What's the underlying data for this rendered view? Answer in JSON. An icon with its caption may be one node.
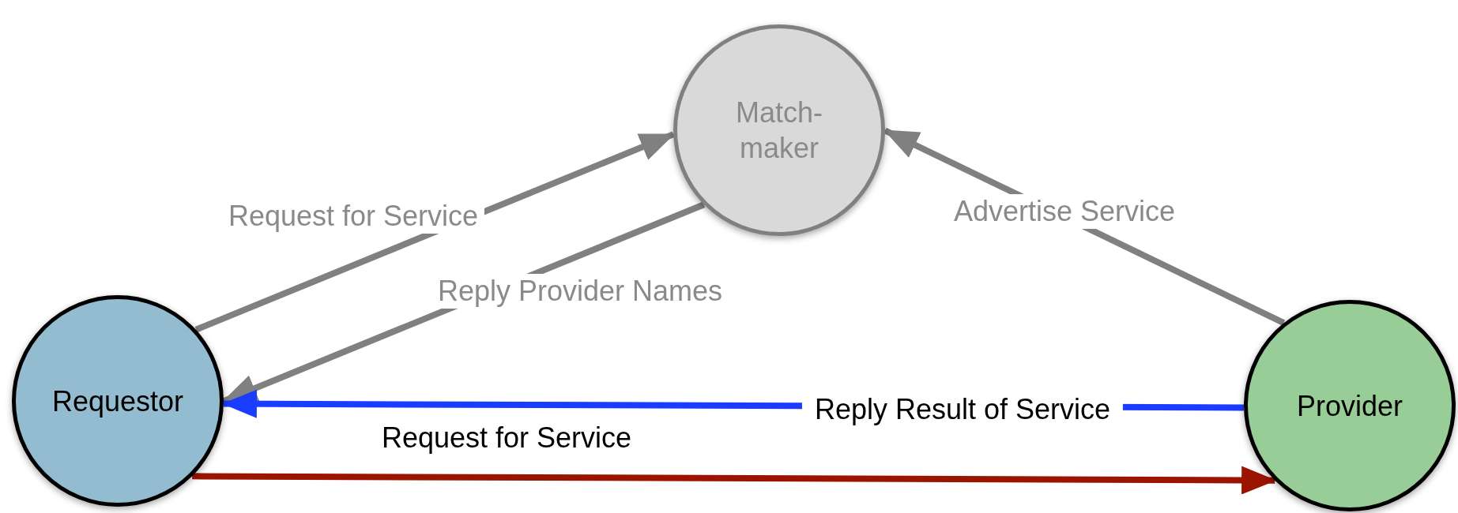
{
  "diagram": {
    "nodes": [
      {
        "text": [
          "Match-maker"
        ]
      },
      {
        "text": [
          "Requestor"
        ]
      },
      {
        "text": [
          "Provider"
        ]
      }
    ],
    "edges": [
      {
        "from": 1,
        "to": 0,
        "arrow": "to",
        "label": "Request for Service"
      },
      {
        "from": 0,
        "to": 1,
        "arrow": "to",
        "label": "Reply Provider Names"
      },
      {
        "from": 2,
        "to": 0,
        "arrow": "to",
        "label": "Advertise Service"
      },
      {
        "from": 2,
        "to": 1,
        "arrow": "to",
        "label": "Reply Result of Service",
        "color": "#1a3cff"
      },
      {
        "from": 1,
        "to": 2,
        "arrow": "to",
        "label": "Request for Service",
        "color": "#9b1400"
      }
    ]
  }
}
